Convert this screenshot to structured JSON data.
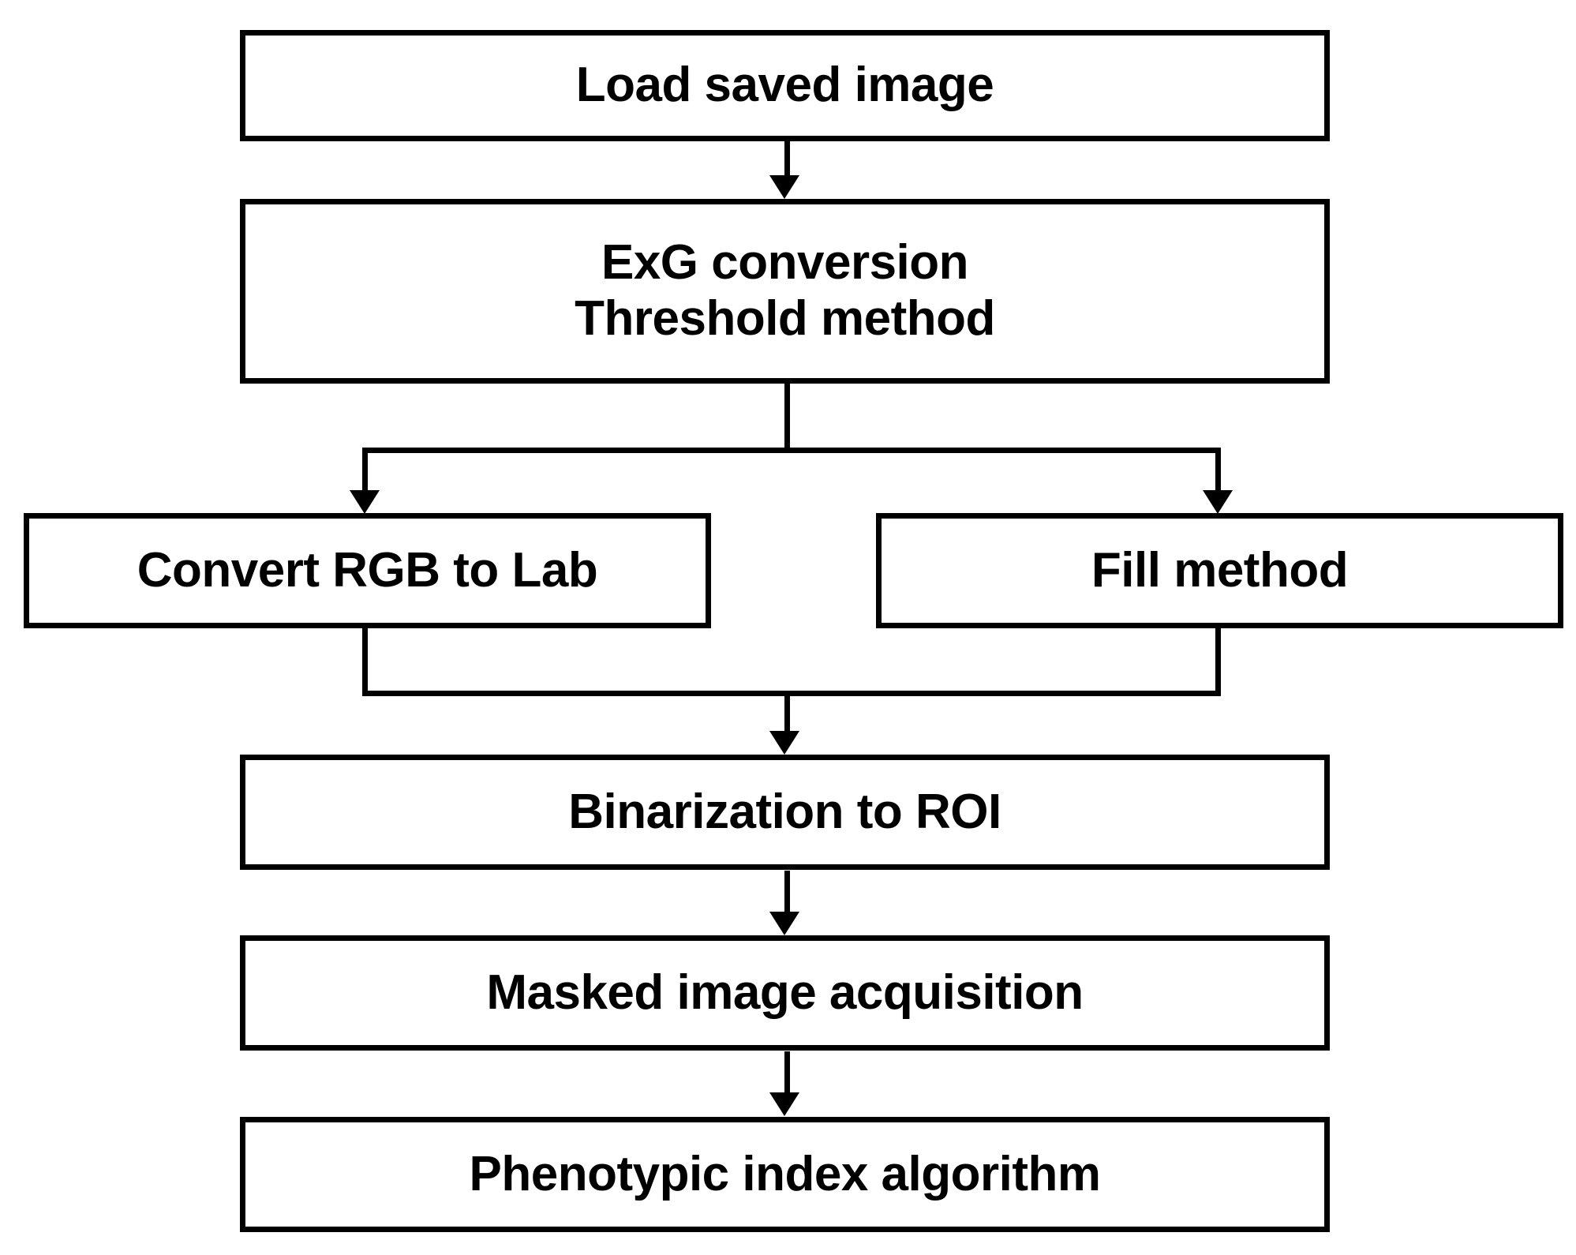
{
  "diagram": {
    "type": "flowchart",
    "orientation": "top-to-bottom",
    "background_color": "#ffffff",
    "line_color": "#000000",
    "text_color": "#000000",
    "nodes": [
      {
        "id": "load",
        "label": "Load saved image"
      },
      {
        "id": "exg",
        "label_line1": "ExG conversion",
        "label_line2": "Threshold method"
      },
      {
        "id": "lab",
        "label": "Convert RGB to Lab"
      },
      {
        "id": "fill",
        "label": "Fill method"
      },
      {
        "id": "binar",
        "label": "Binarization to ROI"
      },
      {
        "id": "masked",
        "label": "Masked image acquisition"
      },
      {
        "id": "phenotypic",
        "label": "Phenotypic index algorithm"
      }
    ],
    "edges": [
      {
        "from": "load",
        "to": "exg",
        "arrow": "down-arrow-icon"
      },
      {
        "from": "exg",
        "to": "lab",
        "arrow": "down-arrow-icon"
      },
      {
        "from": "exg",
        "to": "fill",
        "arrow": "down-arrow-icon"
      },
      {
        "from": "lab",
        "to": "binar",
        "arrow": "down-arrow-icon"
      },
      {
        "from": "fill",
        "to": "binar",
        "arrow": "down-arrow-icon"
      },
      {
        "from": "binar",
        "to": "masked",
        "arrow": "down-arrow-icon"
      },
      {
        "from": "masked",
        "to": "phenotypic",
        "arrow": "down-arrow-icon"
      }
    ]
  }
}
